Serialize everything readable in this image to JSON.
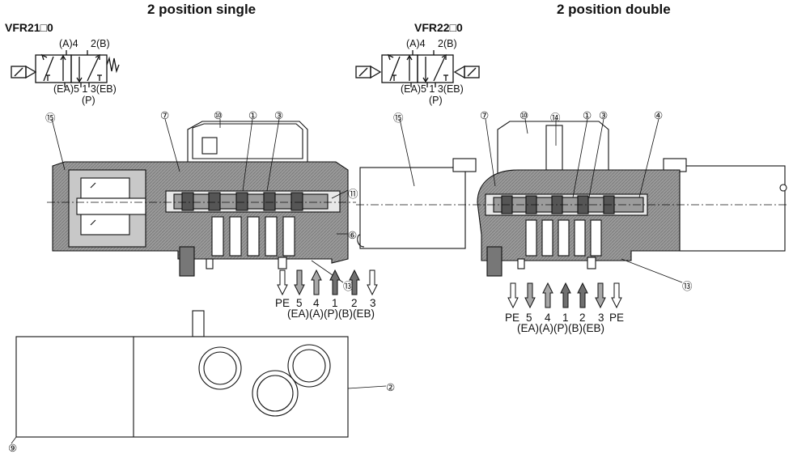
{
  "left": {
    "title": "2 position single",
    "model": "VFR21□0",
    "symbol": {
      "top_a": "(A)4",
      "top_b": "2(B)",
      "bottom": "(EA)5 1 3(EB)",
      "bottom_p": "(P)"
    },
    "callouts": {
      "c15": "⑮",
      "c7": "⑦",
      "c10": "⑩",
      "c1": "①",
      "c3": "③",
      "c11": "⑪",
      "c6": "⑥",
      "c13": "⑬",
      "c2": "②",
      "c9": "⑨"
    },
    "ports": {
      "top": [
        "PE",
        "5",
        "4",
        "1",
        "2",
        "3"
      ],
      "bottom": "(EA)(A)(P)(B)(EB)"
    }
  },
  "right": {
    "title": "2 position double",
    "model": "VFR22□0",
    "symbol": {
      "top_a": "(A)4",
      "top_b": "2(B)",
      "bottom": "(EA)5 1 3(EB)",
      "bottom_p": "(P)"
    },
    "callouts": {
      "c15": "⑮",
      "c7": "⑦",
      "c10": "⑩",
      "c14": "⑭",
      "c1": "①",
      "c3": "③",
      "c4": "④",
      "c13": "⑬"
    },
    "ports": {
      "top": [
        "PE",
        "5",
        "4",
        "1",
        "2",
        "3",
        "PE"
      ],
      "bottom": "(EA)(A)(P)(B)(EB)"
    }
  },
  "colors": {
    "body_fill": "#8a8a8a",
    "dark": "#1a1a1a",
    "arrow_light": "#ffffff",
    "arrow_mid": "#a8a8a8",
    "arrow_dark": "#707070"
  }
}
